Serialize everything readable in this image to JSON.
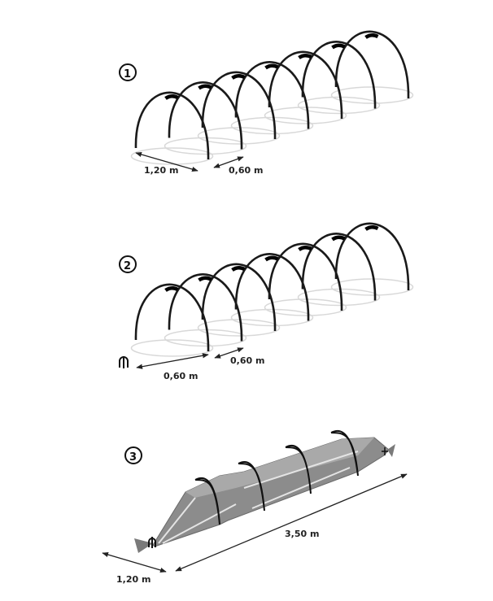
{
  "steps": [
    {
      "number": "1",
      "arch_count": 7,
      "labels": {
        "width": "1,20 m",
        "spacing": "0,60 m"
      }
    },
    {
      "number": "2",
      "arch_count": 7,
      "labels": {
        "anchor_distance": "0,60 m",
        "spacing": "0,60 m"
      }
    },
    {
      "number": "3",
      "labels": {
        "length": "3,50 m",
        "width": "1,20 m"
      }
    }
  ],
  "colors": {
    "arch": "#1a1a1a",
    "ground": "#d8d8d8",
    "cover": "#8a8a8a"
  }
}
